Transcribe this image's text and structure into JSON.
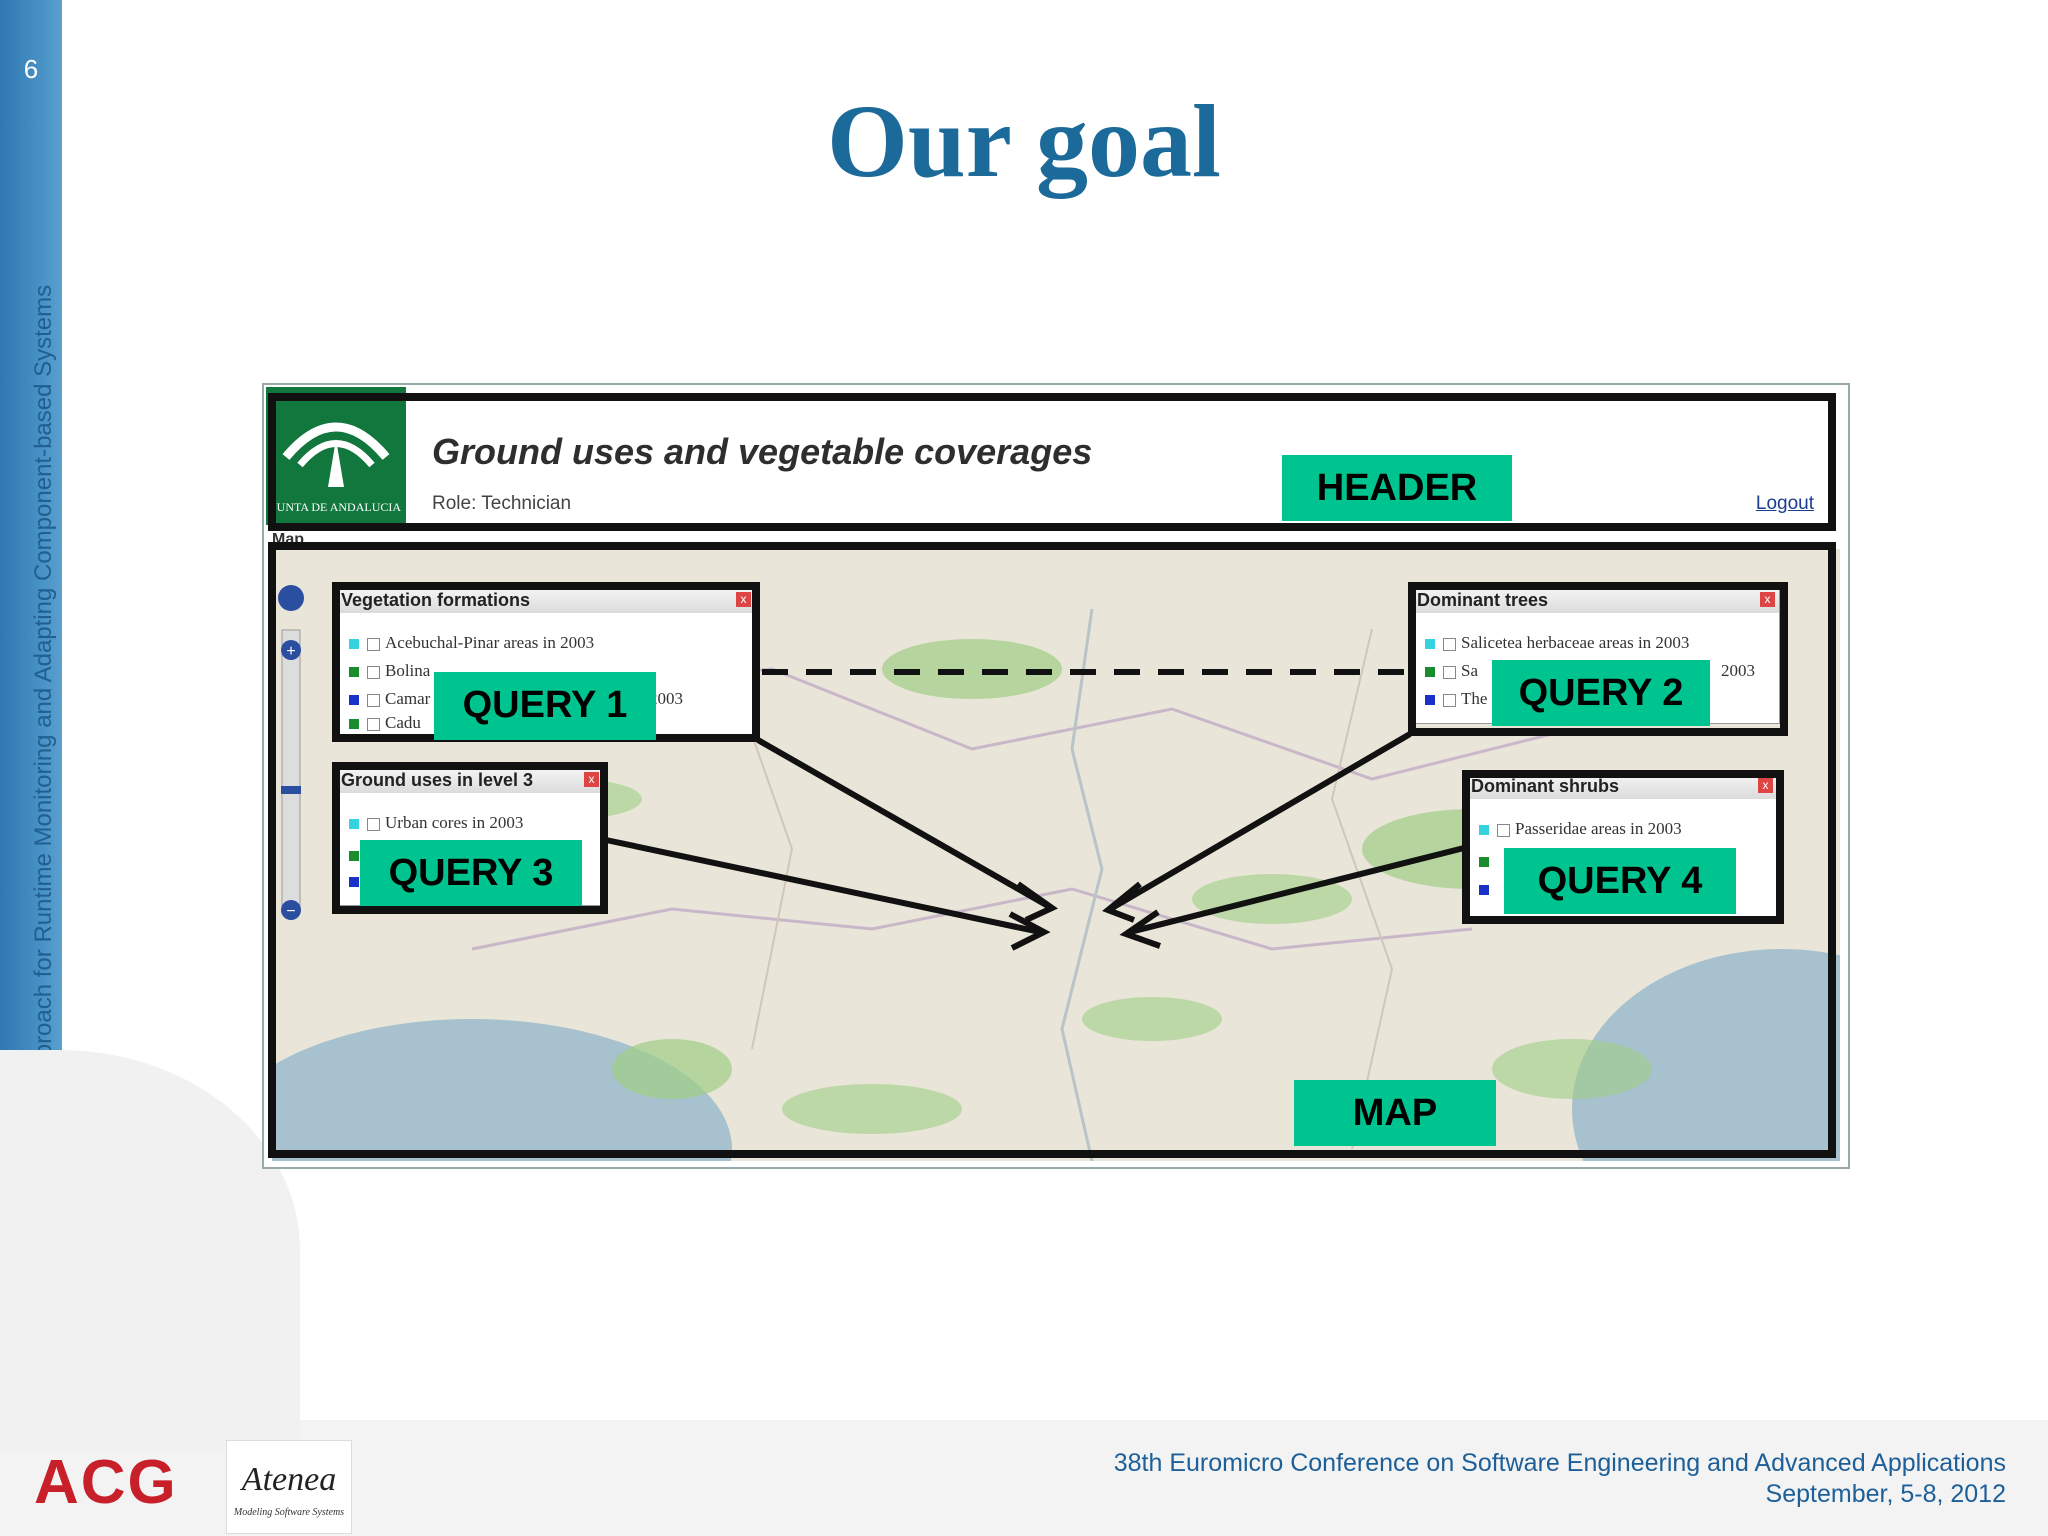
{
  "slide": {
    "number": "6",
    "title": "Our goal",
    "sidebar_text": "An MDE approach for Runtime Monitoring and Adapting Component-based Systems"
  },
  "app": {
    "title": "Ground uses and vegetable coverages",
    "role": "Role: Technician",
    "logout": "Logout",
    "logo_text": "JUNTA DE ANDALUCIA",
    "map_label": "Map"
  },
  "panels": {
    "vegetation": {
      "title": "Vegetation formations",
      "rows": [
        "Acebuchal-Pinar areas in 2003",
        "Bolina",
        "Camar",
        "Cadu"
      ],
      "row_suffix": "2003"
    },
    "dominant_trees": {
      "title": "Dominant trees",
      "rows": [
        "Salicetea herbaceae areas in 2003",
        "Sa",
        "The"
      ],
      "row_suffix": "2003"
    },
    "ground_uses": {
      "title": "Ground uses in level 3",
      "rows": [
        "Urban cores in 2003"
      ]
    },
    "dominant_shrubs": {
      "title": "Dominant shrubs",
      "rows": [
        "Passeridae areas in 2003"
      ]
    }
  },
  "tags": {
    "header": "HEADER",
    "query1": "QUERY 1",
    "query2": "QUERY 2",
    "query3": "QUERY 3",
    "query4": "QUERY 4",
    "map": "MAP"
  },
  "footer": {
    "line1": "38th Euromicro Conference on Software Engineering and Advanced Applications",
    "line2": "September, 5-8, 2012",
    "acg_logo": "ACG",
    "atenea_logo": "Atenea",
    "atenea_sub": "Modeling Software Systems"
  },
  "colors": {
    "accent_blue": "#1b6a9a",
    "tag_green": "#00c48f",
    "logo_green": "#11773c",
    "acg_red": "#c8202a",
    "acg_green": "#2e9a3c"
  }
}
